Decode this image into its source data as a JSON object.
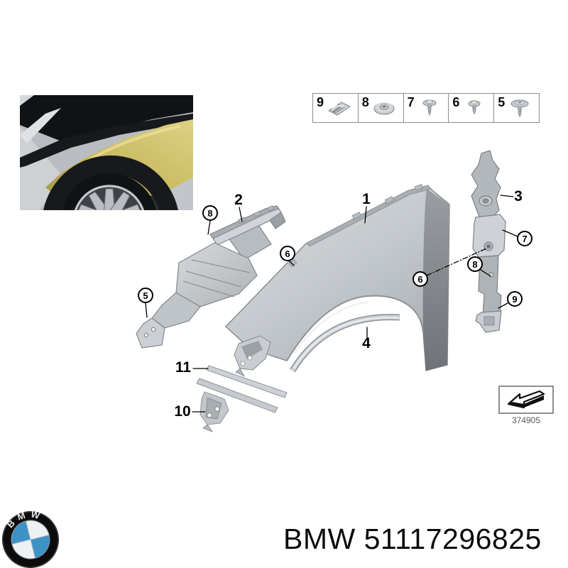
{
  "legend": {
    "items": [
      {
        "label": "9",
        "icon": "speed-nut-clip-icon"
      },
      {
        "label": "8",
        "icon": "grommet-nut-icon"
      },
      {
        "label": "7",
        "icon": "screw-small-washer-icon"
      },
      {
        "label": "6",
        "icon": "screw-flange-washer-icon"
      },
      {
        "label": "5",
        "icon": "screw-large-washer-icon"
      }
    ]
  },
  "diagram": {
    "part_labels": {
      "fender": "1",
      "front_bracket": "2",
      "side_bracket": "3",
      "arch_trim": "4",
      "entry_strip_lower": "10",
      "entry_strip_upper": "11"
    },
    "callouts": {
      "screw_front_bracket": "5",
      "clip_fender_front": "6",
      "clip_fender_side": "6",
      "screw_side_bracket": "7",
      "grommet_front_bracket": "8",
      "grommet_side_bracket": "8",
      "speed_nut_side_bracket": "9"
    },
    "ref_number": "374905"
  },
  "footer": {
    "logo_text": "BMW",
    "part_label": "BMW 51117296825"
  },
  "colors": {
    "background": "#ffffff",
    "part_gray": "#c9cdd1",
    "part_gray_dark": "#75797d",
    "fender_yellow": "#c9ba60",
    "bmw_blue": "#3f92c8",
    "line_black": "#000000"
  }
}
